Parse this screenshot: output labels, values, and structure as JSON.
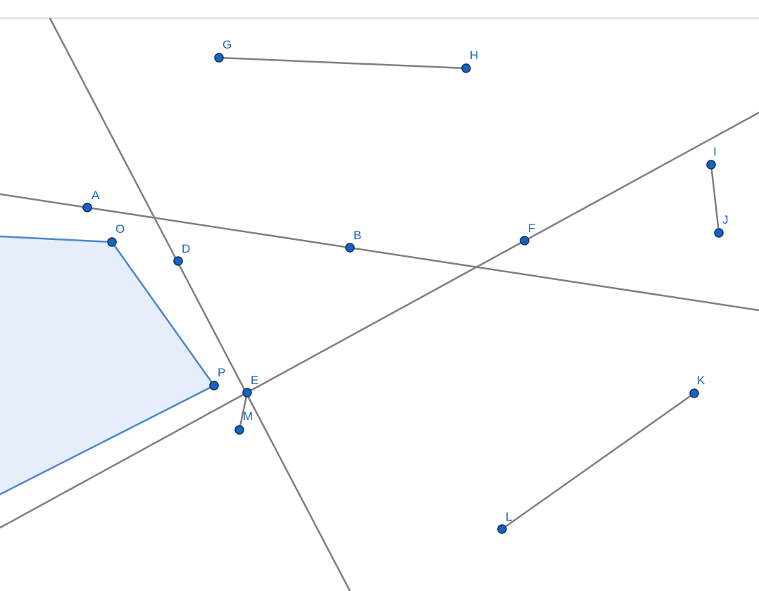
{
  "colors": {
    "line": "#7f7f7f",
    "polygon_stroke": "#4a86d0",
    "polygon_fill": "#e6eef9",
    "point_fill": "#1565c0",
    "point_stroke": "#0d2f5a",
    "label": "#1f66c2"
  },
  "points": {
    "A": "A",
    "B": "B",
    "D": "D",
    "E": "E",
    "F": "F",
    "G": "G",
    "H": "H",
    "I": "I",
    "J": "J",
    "K": "K",
    "L": "L",
    "M": "M",
    "O": "O",
    "P": "P"
  }
}
